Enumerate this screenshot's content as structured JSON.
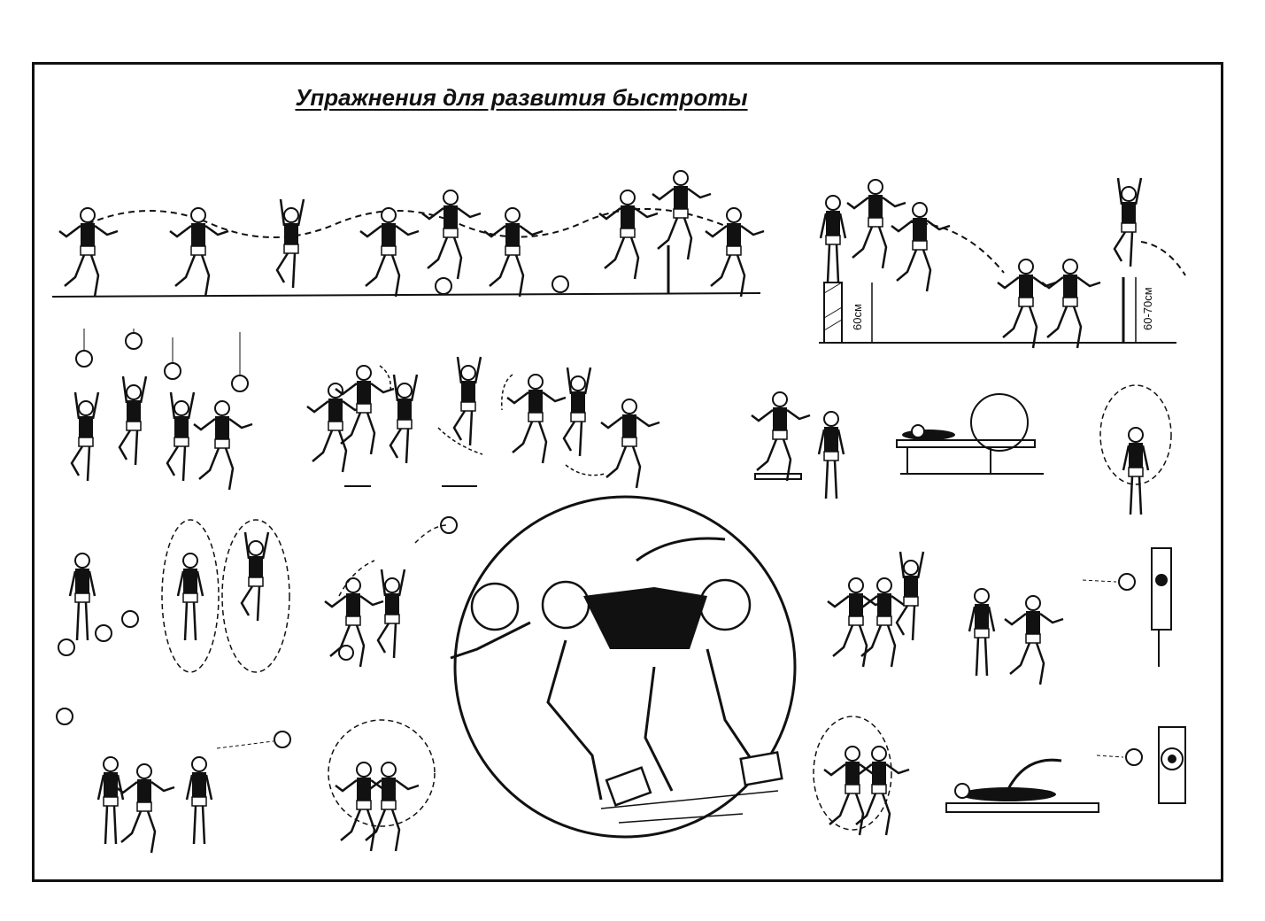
{
  "title": "Упражнения для развития быстроты",
  "labels": {
    "box_height": "60см",
    "hurdle_height": "60-70см"
  },
  "colors": {
    "ink": "#111111",
    "paper": "#ffffff"
  }
}
